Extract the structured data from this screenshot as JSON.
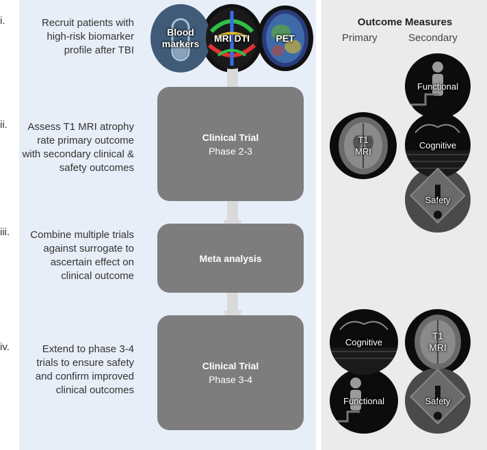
{
  "steps": [
    {
      "num": "i.",
      "text": "Recruit patients with high-risk biomarker profile after TBI"
    },
    {
      "num": "ii.",
      "text": "Assess T1 MRI atrophy rate primary outcome with secondary clinical & safety outcomes"
    },
    {
      "num": "iii.",
      "text": "Combine multiple trials against surrogate to ascertain effect on clinical outcome"
    },
    {
      "num": "iv.",
      "text": "Extend to phase 3-4 trials to ensure safety and confirm improved clinical outcomes"
    }
  ],
  "biomarkers": {
    "blood": "Blood markers",
    "mri": "MRI DTI",
    "pet": "PET"
  },
  "boxes": [
    {
      "title": "Clinical Trial",
      "sub": "Phase 2-3"
    },
    {
      "title": "Meta analysis",
      "sub": ""
    },
    {
      "title": "Clinical Trial",
      "sub": "Phase 3-4"
    }
  ],
  "outcomes": {
    "title": "Outcome Measures",
    "primary_label": "Primary",
    "secondary_label": "Secondary",
    "phase23": {
      "primary": "T1 MRI",
      "secondary": [
        "Functional",
        "Cognitive",
        "Safety"
      ]
    },
    "phase34": {
      "cognitive": "Cognitive",
      "t1": "T1 MRI",
      "functional": "Functional",
      "safety": "Safety"
    }
  },
  "colors": {
    "left_panel": "#e8eef7",
    "right_panel": "#ebebeb",
    "box": "#7d7d7d",
    "arrow": "#d9d9d9",
    "blood_circle": "#3f5b78"
  }
}
